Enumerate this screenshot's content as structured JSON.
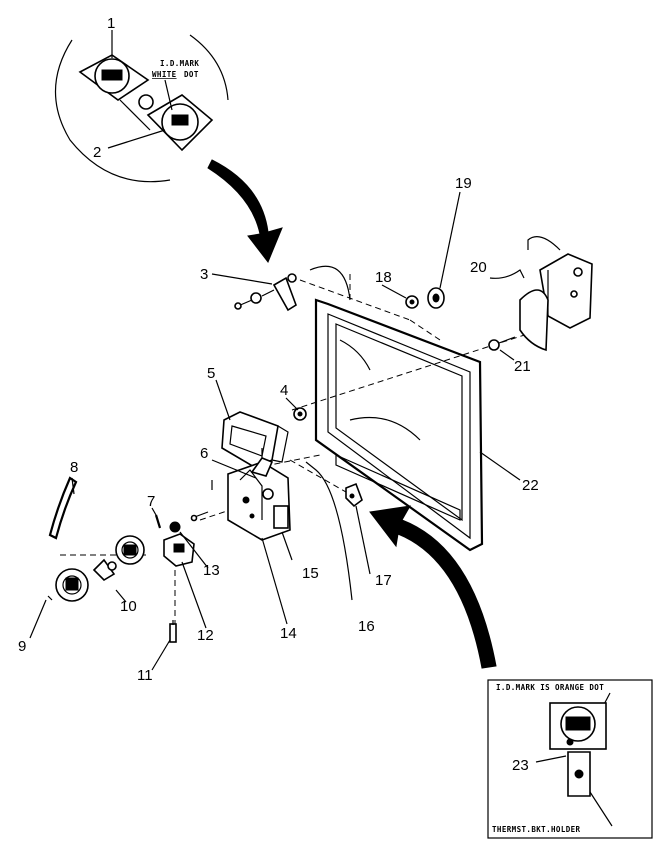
{
  "callouts": [
    "1",
    "2",
    "3",
    "4",
    "5",
    "6",
    "7",
    "8",
    "9",
    "10",
    "11",
    "12",
    "13",
    "14",
    "15",
    "16",
    "17",
    "18",
    "19",
    "20",
    "21",
    "22",
    "23"
  ],
  "inset_top": {
    "mark_line1": "I.D.MARK",
    "mark_line2": "WHITE",
    "mark_line3": "DOT"
  },
  "inset_bottom": {
    "title": "I.D.MARK IS ORANGE DOT",
    "holder_label": "THERMST.BKT.HOLDER"
  }
}
